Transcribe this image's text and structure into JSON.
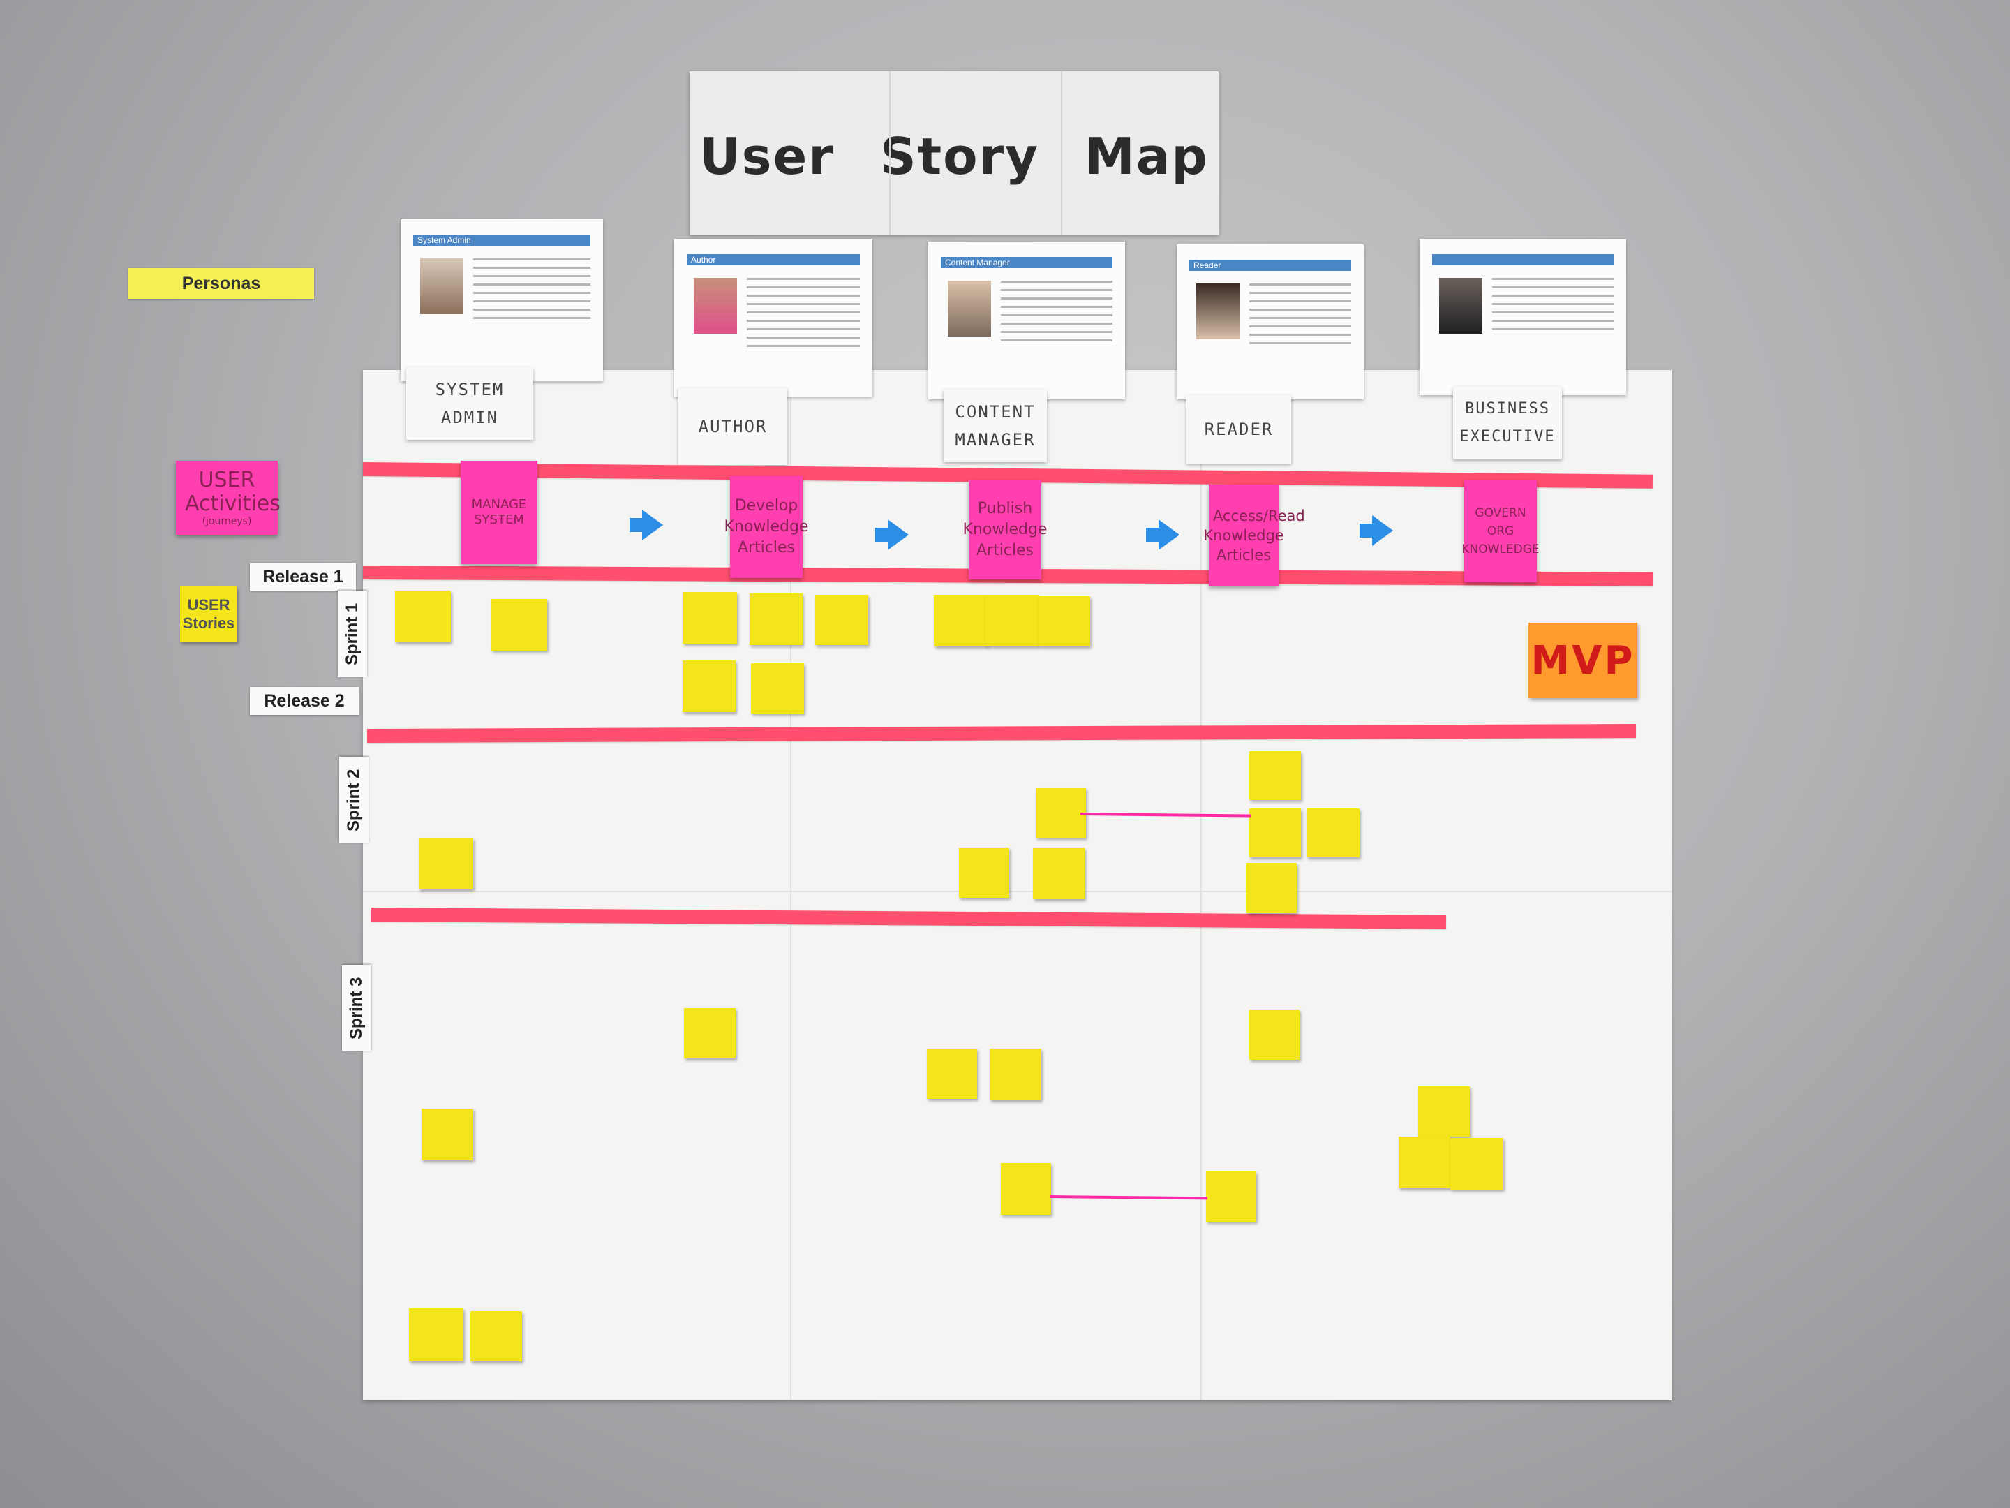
{
  "board": {
    "title": "User Story Map"
  },
  "legend": {
    "personas": "Personas",
    "user_activities": "USER Activities",
    "user_activities_sub": "(journeys)",
    "user_stories": "USER Stories"
  },
  "persona_cards": [
    "System Admin",
    "Author",
    "Content Manager",
    "Reader",
    ""
  ],
  "roles": [
    {
      "line1": "SYSTEM",
      "line2": "ADMIN"
    },
    {
      "line1": "AUTHOR",
      "line2": ""
    },
    {
      "line1": "CONTENT",
      "line2": "MANAGER"
    },
    {
      "line1": "READER",
      "line2": ""
    },
    {
      "line1": "BUSINESS",
      "line2": "EXECUTIVE"
    }
  ],
  "activities": [
    {
      "line1": "MANAGE",
      "line2": "SYSTEM",
      "line3": ""
    },
    {
      "line1": "Develop",
      "line2": "Knowledge",
      "line3": "Articles"
    },
    {
      "line1": "Publish",
      "line2": "Knowledge",
      "line3": "Articles"
    },
    {
      "line1": "Access/Read",
      "line2": "Knowledge",
      "line3": "Articles"
    },
    {
      "line1": "GOVERN",
      "line2": "ORG",
      "line3": "KNOWLEDGE"
    }
  ],
  "releases": [
    "Release 1",
    "Release 2"
  ],
  "sprints": [
    "Sprint 1",
    "Sprint 2",
    "Sprint 3"
  ],
  "mvp": "MVP",
  "colors": {
    "band": "#ff4f6e",
    "activity_note": "#ff3fb0",
    "story_note": "#f3e51a",
    "mvp_note": "#ff9a2e",
    "arrow": "#2d8ee6"
  }
}
